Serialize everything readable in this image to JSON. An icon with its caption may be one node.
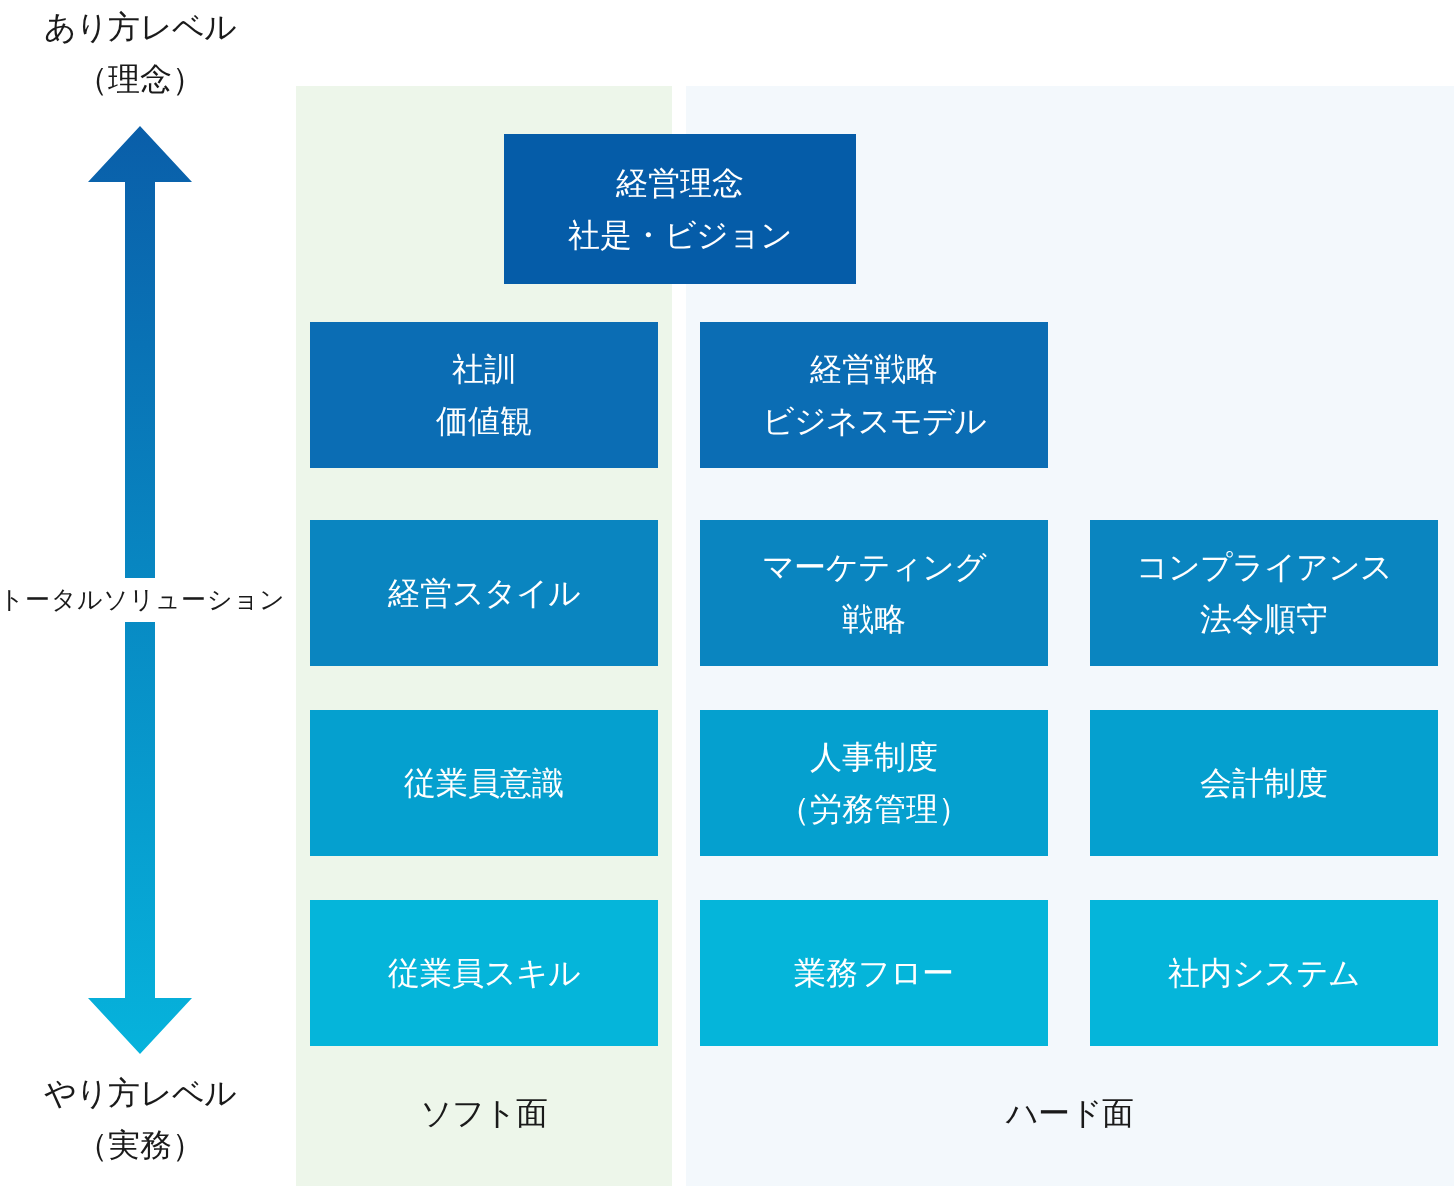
{
  "diagram": {
    "nodes": [
      {
        "text": [
          "ソフト面"
        ]
      },
      {
        "text": [
          "ハード面"
        ]
      },
      {
        "text": [
          "経営理念",
          "社是・ビジョン"
        ]
      },
      {
        "text": [
          "社訓",
          "価値観"
        ],
        "in": 0
      },
      {
        "text": [
          "経営戦略",
          "ビジネスモデル"
        ],
        "in": 1
      },
      {
        "text": [
          "経営スタイル"
        ],
        "in": 0
      },
      {
        "text": [
          "マーケティング戦略"
        ],
        "in": 1
      },
      {
        "text": [
          "コンプライアンス",
          "法令順守"
        ],
        "in": 1
      },
      {
        "text": [
          "従業員意識"
        ],
        "in": 0
      },
      {
        "text": [
          "人事制度（労務管理）"
        ],
        "in": 1
      },
      {
        "text": [
          "会計制度"
        ],
        "in": 1
      },
      {
        "text": [
          "従業員スキル"
        ],
        "in": 0
      },
      {
        "text": [
          "業務フロー"
        ],
        "in": 1
      },
      {
        "text": [
          "社内システム"
        ],
        "in": 1
      }
    ],
    "labels": [
      "あり方レベル（理念）",
      "トータルソリューション",
      "やり方レベル（実務）"
    ]
  }
}
